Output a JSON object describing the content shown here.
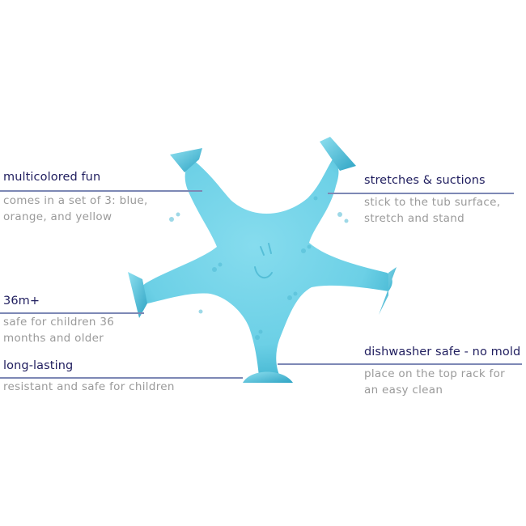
{
  "features": {
    "left": [
      {
        "title": "multicolored fun",
        "desc_lines": [
          "comes in a set of 3: blue,",
          "orange, and yellow"
        ]
      },
      {
        "title": "36m+",
        "desc_lines": [
          "safe for children 36",
          "months and older"
        ]
      },
      {
        "title": "long-lasting",
        "desc_lines": [
          "resistant and safe for children"
        ]
      }
    ],
    "right": [
      {
        "title": "stretches & suctions",
        "desc_lines": [
          "stick to the tub surface,",
          "stretch and stand"
        ]
      },
      {
        "title": "dishwasher safe - no mold",
        "desc_lines": [
          "place on the top rack for",
          "an easy clean"
        ]
      }
    ]
  },
  "colors": {
    "title": "#1f1d5e",
    "description": "#9a9a9a",
    "rule": "#7d88b5",
    "product": "#6fd0e6"
  },
  "product": {
    "name": "starfish-suction-toy",
    "color_name": "blue"
  }
}
